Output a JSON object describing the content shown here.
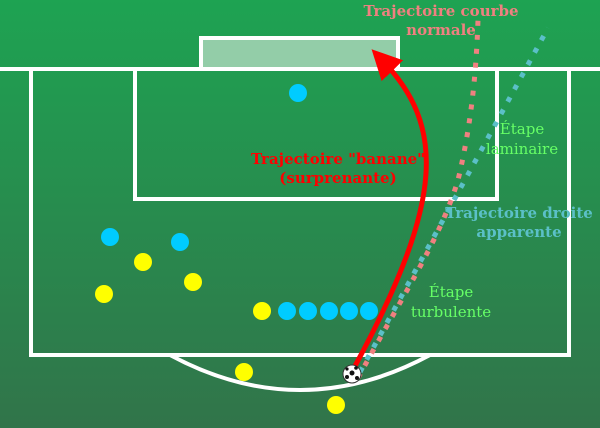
{
  "labels": {
    "normal_curve": [
      "Trajectoire courbe",
      "normale"
    ],
    "banana": [
      "Trajectoire \"banane\"",
      "(surprenante)"
    ],
    "laminar": [
      "Étape",
      "laminaire"
    ],
    "straight": [
      "Trajectoire droite",
      "apparente"
    ],
    "turbulent": [
      "Étape",
      "turbulente"
    ]
  },
  "colors": {
    "banana": "#ff0000",
    "normal_curve": "#f08080",
    "straight": "#5bc0c8",
    "stage": "#66ff66",
    "defender": "#00ccff",
    "attacker": "#ffff00"
  }
}
